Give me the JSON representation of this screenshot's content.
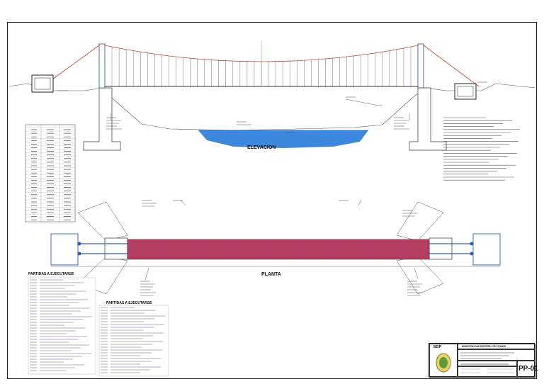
{
  "drawing": {
    "elevation_title": "ELEVACION",
    "plan_title": "PLANTA",
    "parts_title_1": "PARTIDAS A EJECUTARSE",
    "parts_title_2": "PARTIDAS A EJECUTARSE"
  },
  "title_block": {
    "logo_text": "MDP",
    "municipality": "MUNICIPALIDAD DISTRITAL DE PICHARI",
    "sheet_number": "PP-01"
  },
  "colors": {
    "line": "#333333",
    "cable": "#c0432b",
    "water": "#1a73d9",
    "deck_fill": "#c43a52",
    "deck_grid": "#4a5fd0",
    "anchor_blue": "#2f5fb0"
  }
}
